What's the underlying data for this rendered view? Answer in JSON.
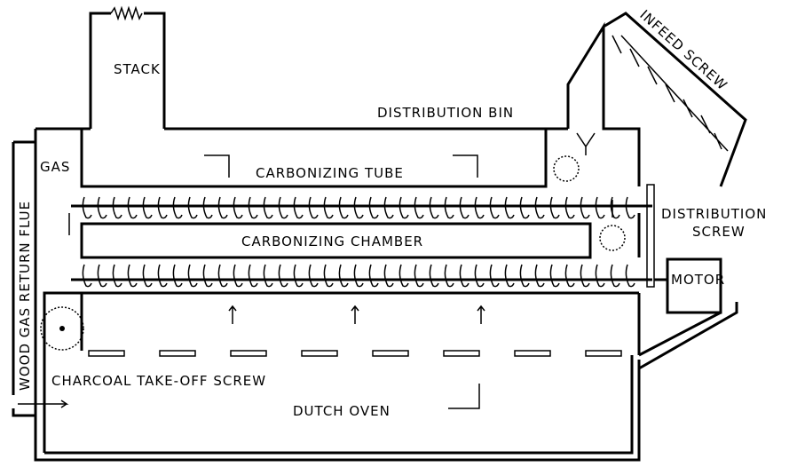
{
  "labels": {
    "stack": "STACK",
    "distribution_bin": "DISTRIBUTION BIN",
    "infeed_screw": "INFEED SCREW",
    "gas": "GAS",
    "carbonizing_tube": "CARBONIZING TUBE",
    "carbonizing_chamber": "CARBONIZING CHAMBER",
    "distribution_screw_1": "DISTRIBUTION",
    "distribution_screw_2": "SCREW",
    "motor": "MOTOR",
    "wood_gas_return_flue": "WOOD GAS RETURN FLUE",
    "charcoal_take_off_screw": "CHARCOAL TAKE-OFF SCREW",
    "dutch_oven": "DUTCH OVEN"
  }
}
